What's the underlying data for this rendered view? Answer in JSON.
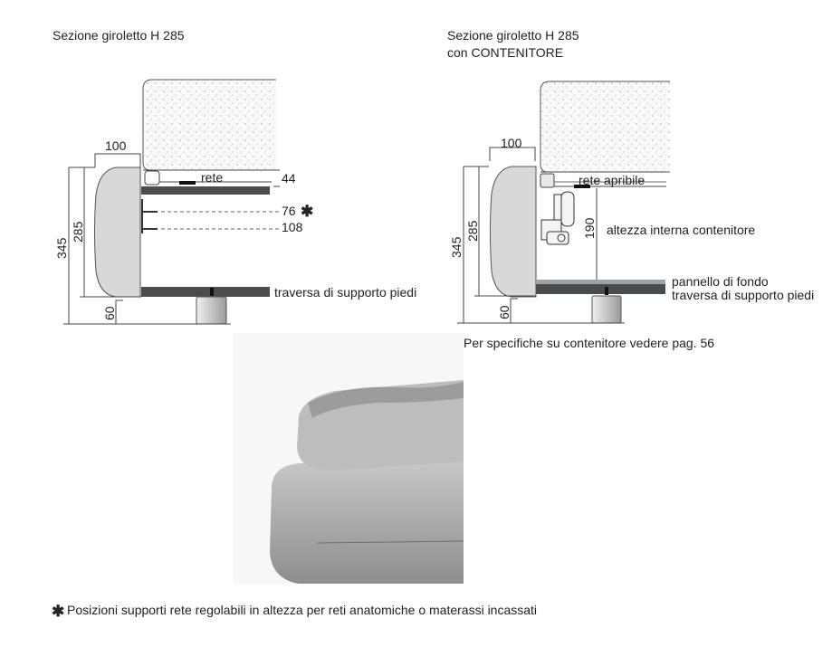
{
  "left": {
    "title": "Sezione giroletto H 285",
    "dim_width": "100",
    "dim_total": "345",
    "dim_frame": "285",
    "dim_foot": "60",
    "dim_44": "44",
    "dim_76": "76",
    "dim_108": "108",
    "star": "✱",
    "label_rete": "rete",
    "label_traversa": "traversa di supporto piedi"
  },
  "right": {
    "title_line1": "Sezione giroletto H 285",
    "title_line2": "con CONTENITORE",
    "dim_width": "100",
    "dim_total": "345",
    "dim_frame": "285",
    "dim_foot": "60",
    "dim_inner": "190",
    "label_rete": "rete apribile",
    "label_inner": "altezza interna contenitore",
    "label_pannello": "pannello di fondo",
    "label_traversa": "traversa di supporto piedi",
    "note": "Per specifiche su contenitore vedere pag. 56"
  },
  "footnote": {
    "star": "✱",
    "text": "Posizioni supporti rete regolabili in altezza per reti anatomiche o materassi incassati"
  },
  "colors": {
    "frame": "#d8d8d8",
    "bar": "#4a4d50",
    "mattress": "#f4f4f4"
  }
}
